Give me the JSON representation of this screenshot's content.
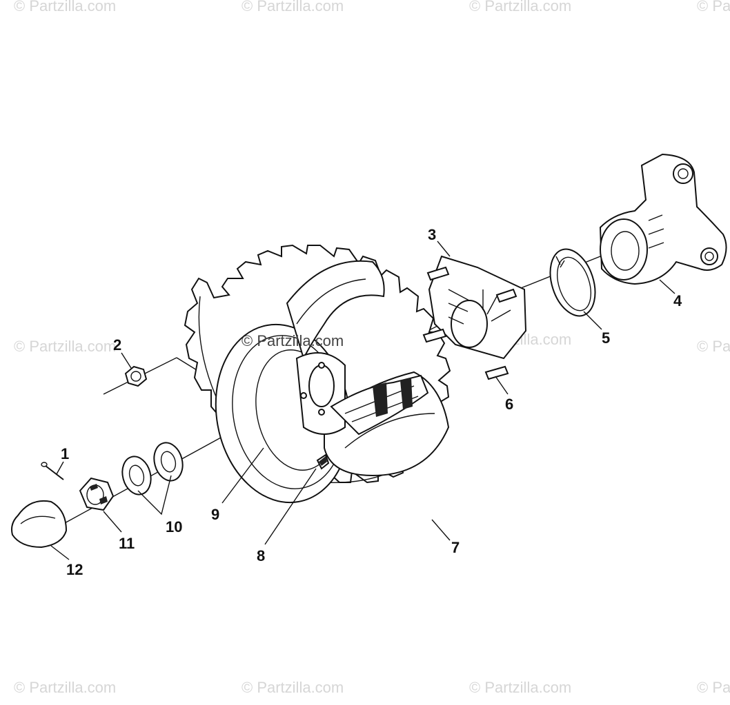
{
  "watermarks": {
    "text": "© Partzilla.com",
    "center_text": "© Partzilla.com"
  },
  "callouts": {
    "c1": "1",
    "c2": "2",
    "c3": "3",
    "c4": "4",
    "c5": "5",
    "c6": "6",
    "c7": "7",
    "c8": "8",
    "c9": "9",
    "c10": "10",
    "c11": "11",
    "c12": "12"
  },
  "colors": {
    "line": "#111111",
    "watermark": "#d6d6d6",
    "background": "#ffffff"
  }
}
